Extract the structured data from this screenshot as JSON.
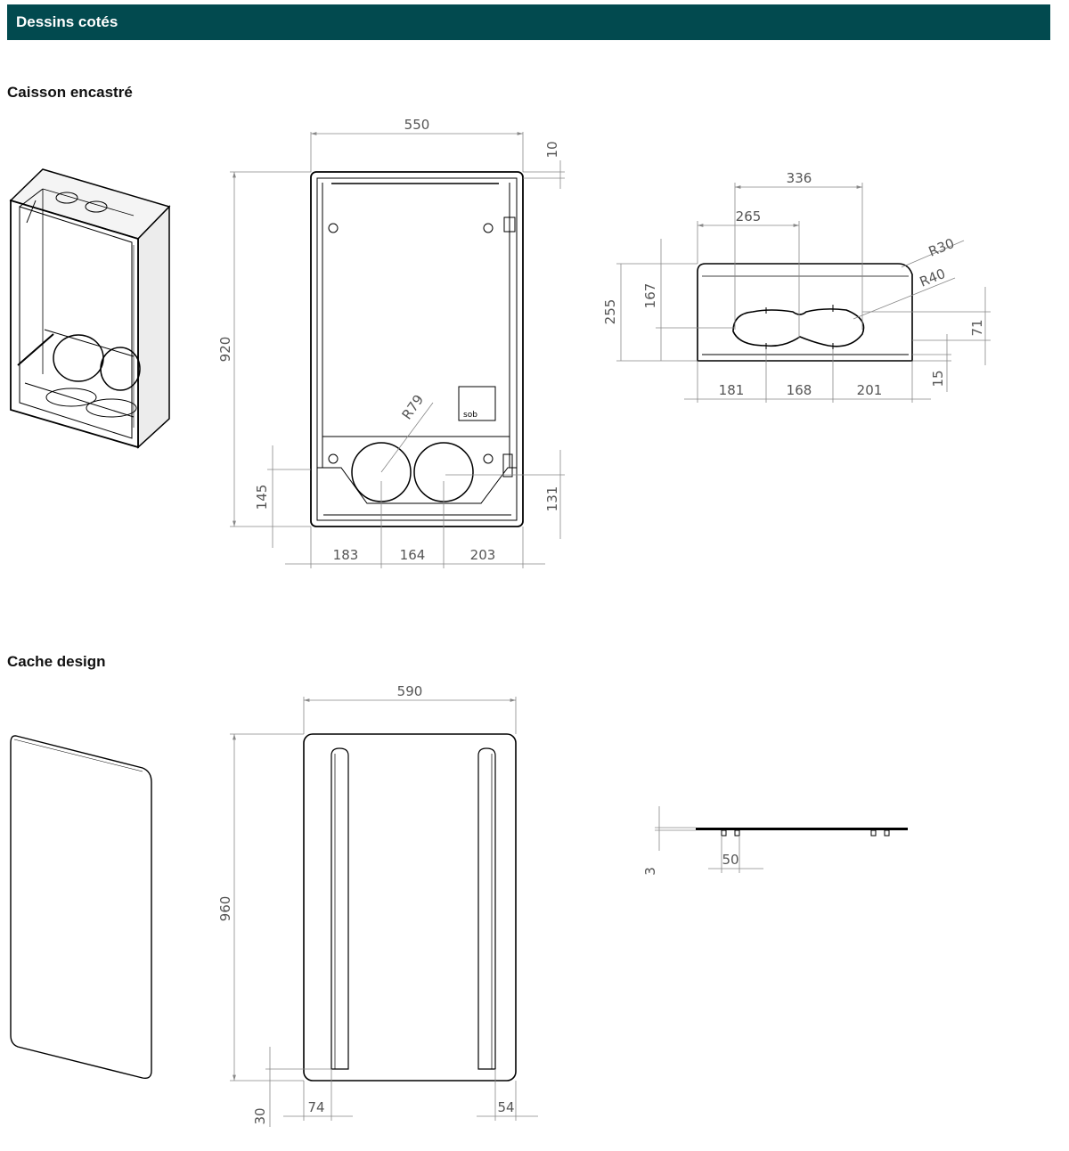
{
  "header": {
    "title": "Dessins cotés",
    "color": "#024a4f"
  },
  "sections": [
    {
      "title": "Caisson encastré"
    },
    {
      "title": "Cache design"
    }
  ],
  "caisson": {
    "front": {
      "width": "550",
      "top_gap": "10",
      "height": "920",
      "bottom_offset": "145",
      "right_offset": "131",
      "h1": "183",
      "h2": "164",
      "h3": "203",
      "radius": "R79"
    },
    "top": {
      "w1": "336",
      "w2": "265",
      "r1": "R30",
      "r2": "R40",
      "h_total": "255",
      "h_mid": "167",
      "h_right": "71",
      "h_low": "15",
      "b1": "181",
      "b2": "168",
      "b3": "201"
    }
  },
  "cache": {
    "front": {
      "width": "590",
      "height": "960",
      "bottom": "30",
      "left": "74",
      "right": "54"
    },
    "side": {
      "thickness": "3",
      "spacing": "50"
    }
  }
}
